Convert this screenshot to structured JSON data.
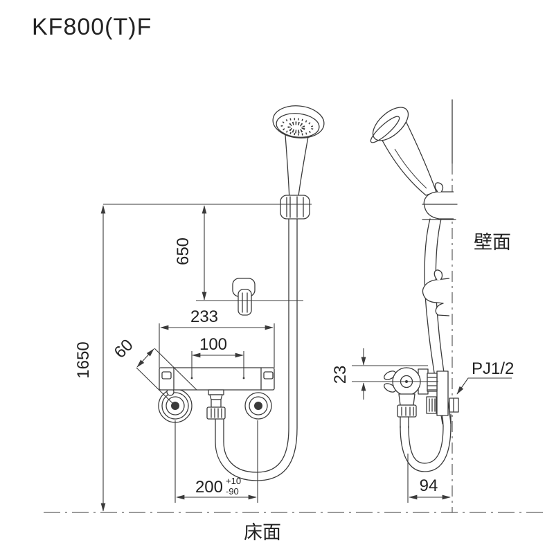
{
  "title": "KF800(T)F",
  "colors": {
    "background": "#ffffff",
    "line": "#3a3a3a",
    "text": "#222222"
  },
  "labels": {
    "wall_surface": "壁面",
    "floor_surface": "床面",
    "pipe_thread": "PJ1/2"
  },
  "dimensions": {
    "floor_to_shower_top": "1650",
    "holder_to_hook": "650",
    "body_width": "233",
    "center_pitch": "100",
    "leg_swing": "60",
    "handle_offset": "23",
    "inlet_pitch": "200",
    "inlet_pitch_tol_plus": "+10",
    "inlet_pitch_tol_minus": "-90",
    "wall_projection": "94"
  }
}
